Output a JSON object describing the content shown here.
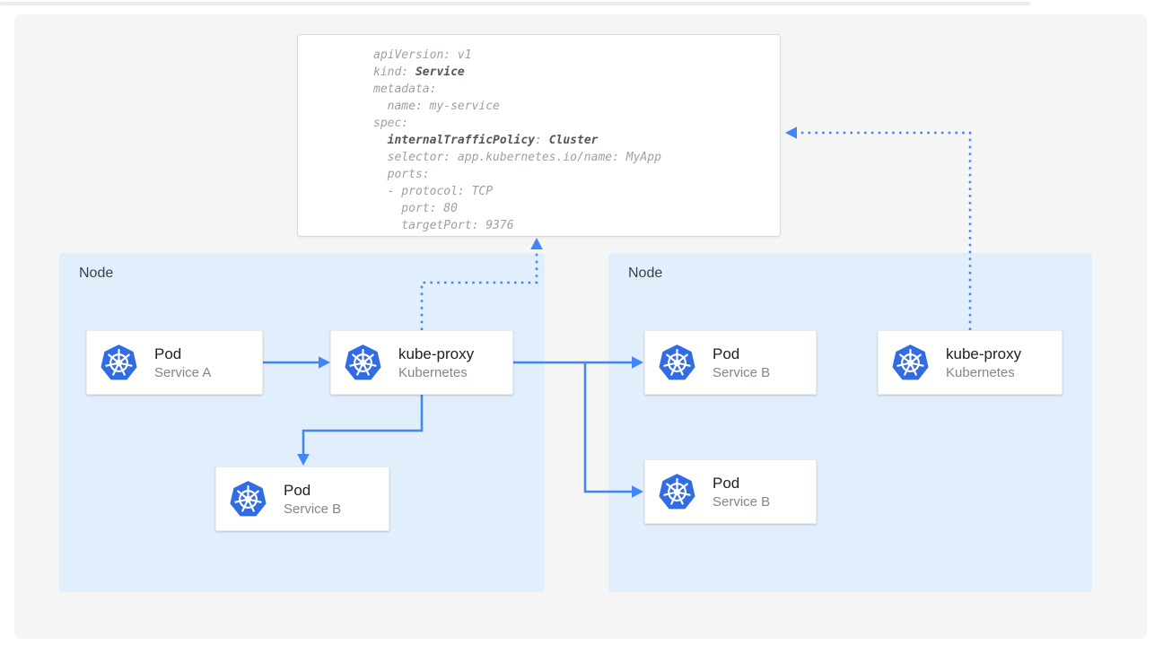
{
  "yaml": {
    "lines": [
      [
        {
          "t": "apiVersion: v1",
          "b": false
        }
      ],
      [
        {
          "t": "kind: ",
          "b": false
        },
        {
          "t": "Service",
          "b": true
        }
      ],
      [
        {
          "t": "metadata:",
          "b": false
        }
      ],
      [
        {
          "t": "  name: my-service",
          "b": false
        }
      ],
      [
        {
          "t": "spec:",
          "b": false
        }
      ],
      [
        {
          "t": "  ",
          "b": false
        },
        {
          "t": "internalTrafficPolicy",
          "b": true
        },
        {
          "t": ": ",
          "b": false
        },
        {
          "t": "Cluster",
          "b": true
        }
      ],
      [
        {
          "t": "  selector: app.kubernetes.io/name: MyApp",
          "b": false
        }
      ],
      [
        {
          "t": "  ports:",
          "b": false
        }
      ],
      [
        {
          "t": "  - protocol: TCP",
          "b": false
        }
      ],
      [
        {
          "t": "    port: 80",
          "b": false
        }
      ],
      [
        {
          "t": "    targetPort: 9376",
          "b": false
        }
      ]
    ]
  },
  "nodes": [
    {
      "label": "Node",
      "cards": [
        {
          "icon": "kubernetes-icon",
          "title": "Pod",
          "subtitle": "Service A"
        },
        {
          "icon": "kubernetes-icon",
          "title": "kube-proxy",
          "subtitle": "Kubernetes"
        },
        {
          "icon": "kubernetes-icon",
          "title": "Pod",
          "subtitle": "Service B"
        }
      ]
    },
    {
      "label": "Node",
      "cards": [
        {
          "icon": "kubernetes-icon",
          "title": "Pod",
          "subtitle": "Service B"
        },
        {
          "icon": "kubernetes-icon",
          "title": "Pod",
          "subtitle": "Service B"
        },
        {
          "icon": "kubernetes-icon",
          "title": "kube-proxy",
          "subtitle": "Kubernetes"
        }
      ]
    }
  ],
  "colors": {
    "kubernetes_blue": "#326ce5",
    "arrow_blue": "#4285f4",
    "node_background": "#e1eefb",
    "canvas_background": "#f5f5f6",
    "code_text": "#9aa0a6",
    "code_bold_text": "#53575d"
  }
}
